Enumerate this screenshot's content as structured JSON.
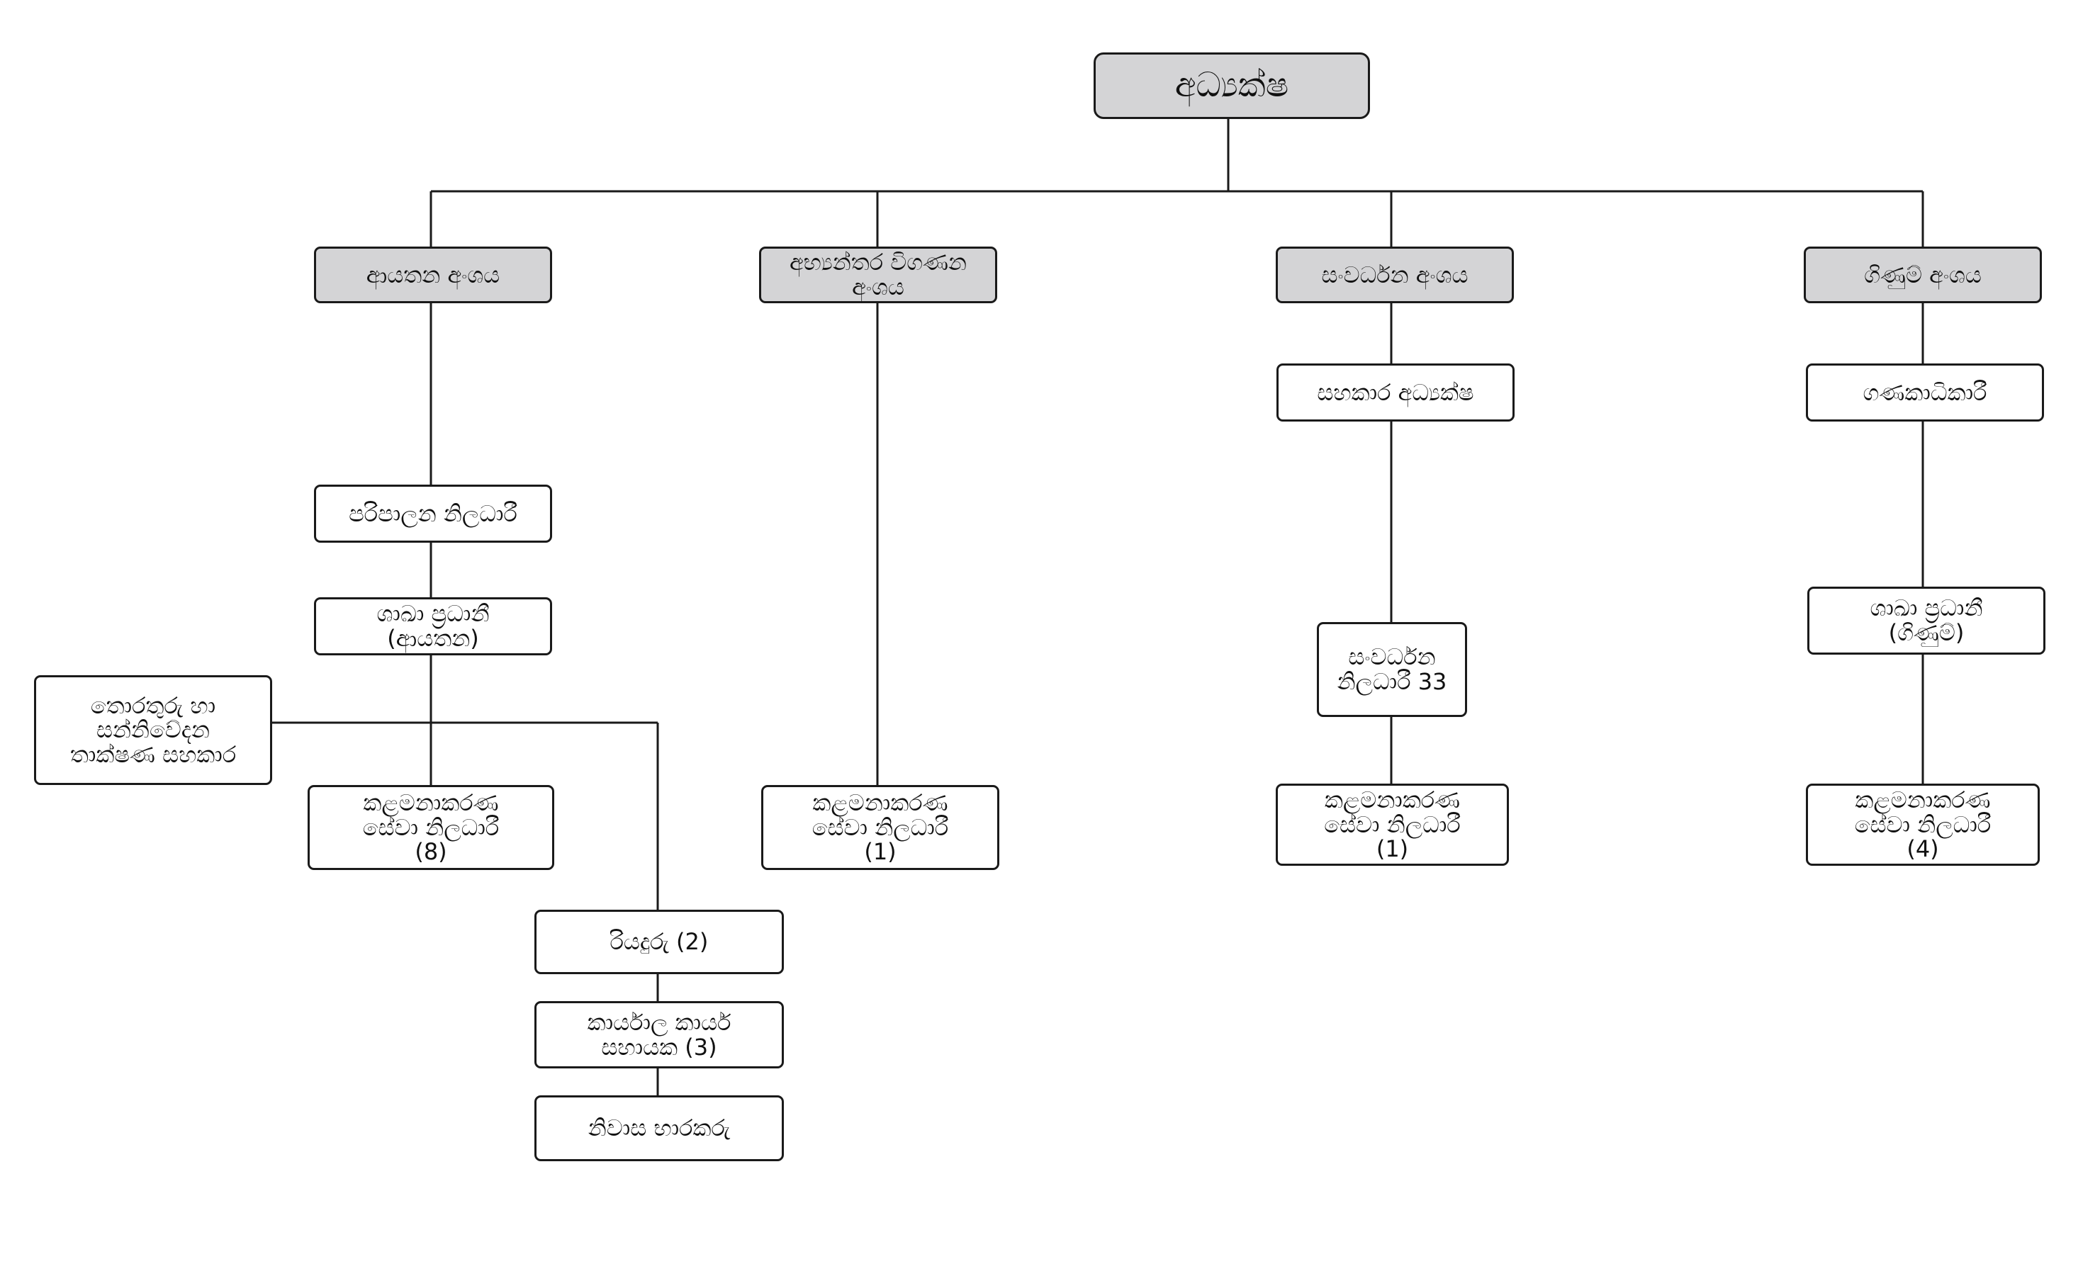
{
  "colors": {
    "line": "#1a1a1a",
    "header_fill": "#d4d4d6",
    "box_fill": "#ffffff"
  },
  "director": "අධ්‍යක්ෂ",
  "divisions": {
    "admin": {
      "header": "ආයතන අංශය",
      "admin_officer": "පරිපාලන නිලධාරී",
      "branch_head": "ශාඛා ප්‍රධානී\n(ආයතන)",
      "it_assistant": "තොරතුරු හා\nසන්නිවේදන\nතාක්ෂණ සහකාර",
      "mgmt_officer": "කළමනාකරණ\nසේවා නිලධාරී\n(8)",
      "drivers": "රියදුරු (2)",
      "office_assistant": "කාර්යාල කාර්ය\nසහායක (3)",
      "caretaker": "නිවාස භාරකරු"
    },
    "audit": {
      "header": "අභ්‍යන්තර විගණන\nඅංශය",
      "mgmt_officer": "කළමනාකරණ\nසේවා නිලධාරී\n(1)"
    },
    "development": {
      "header": "සංවර්ධන අංශය",
      "assistant_director": "සහකාර අධ්‍යක්ෂ",
      "dev_officers": "සංවර්ධන\nනිලධාරී 33",
      "mgmt_officer": "කළමනාකරණ\nසේවා නිලධාරී\n(1)"
    },
    "accounts": {
      "header": "ගිණුම් අංශය",
      "accountant": "ගණකාධිකාරී",
      "branch_head": "ශාඛා ප්‍රධානී\n(ගිණුම්)",
      "mgmt_officer": "කළමනාකරණ\nසේවා නිලධාරී\n(4)"
    }
  }
}
